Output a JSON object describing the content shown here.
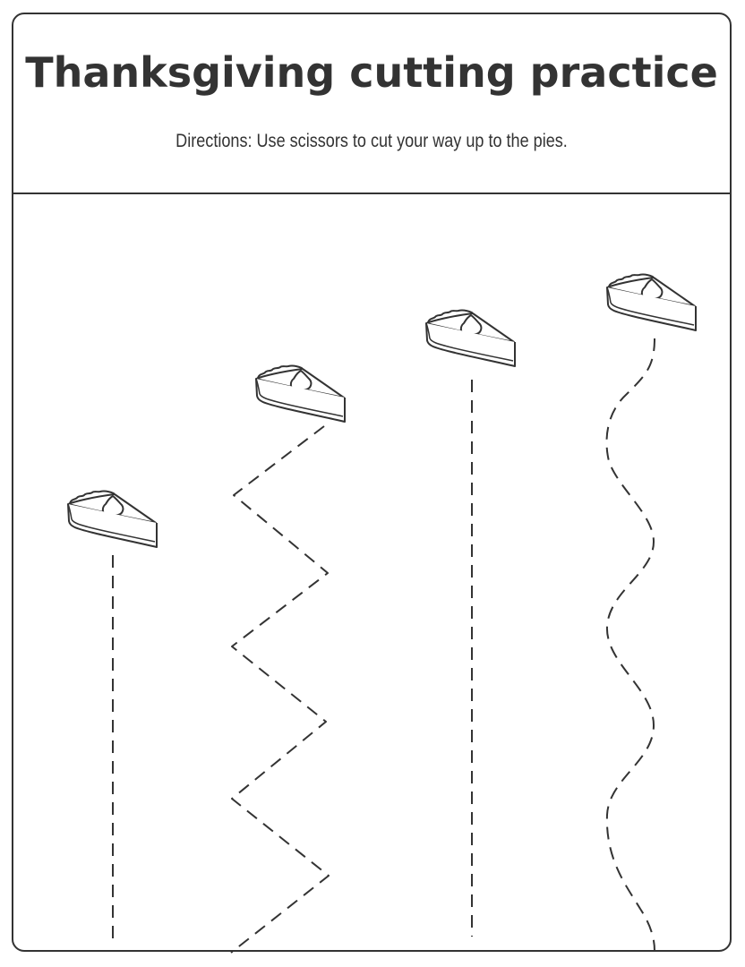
{
  "worksheet": {
    "title": "Thanksgiving cutting practice",
    "directions": "Directions: Use scissors to cut your way up to the pies."
  },
  "tracks": [
    {
      "name": "straight-line",
      "line_style": "dashed",
      "goal_icon": "pie-slice-icon"
    },
    {
      "name": "zigzag-line",
      "line_style": "dashed",
      "goal_icon": "pie-slice-icon"
    },
    {
      "name": "straight-line",
      "line_style": "dashed",
      "goal_icon": "pie-slice-icon"
    },
    {
      "name": "wavy-line",
      "line_style": "dashed",
      "goal_icon": "pie-slice-icon"
    }
  ],
  "colors": {
    "ink": "#333333",
    "background": "#ffffff"
  }
}
